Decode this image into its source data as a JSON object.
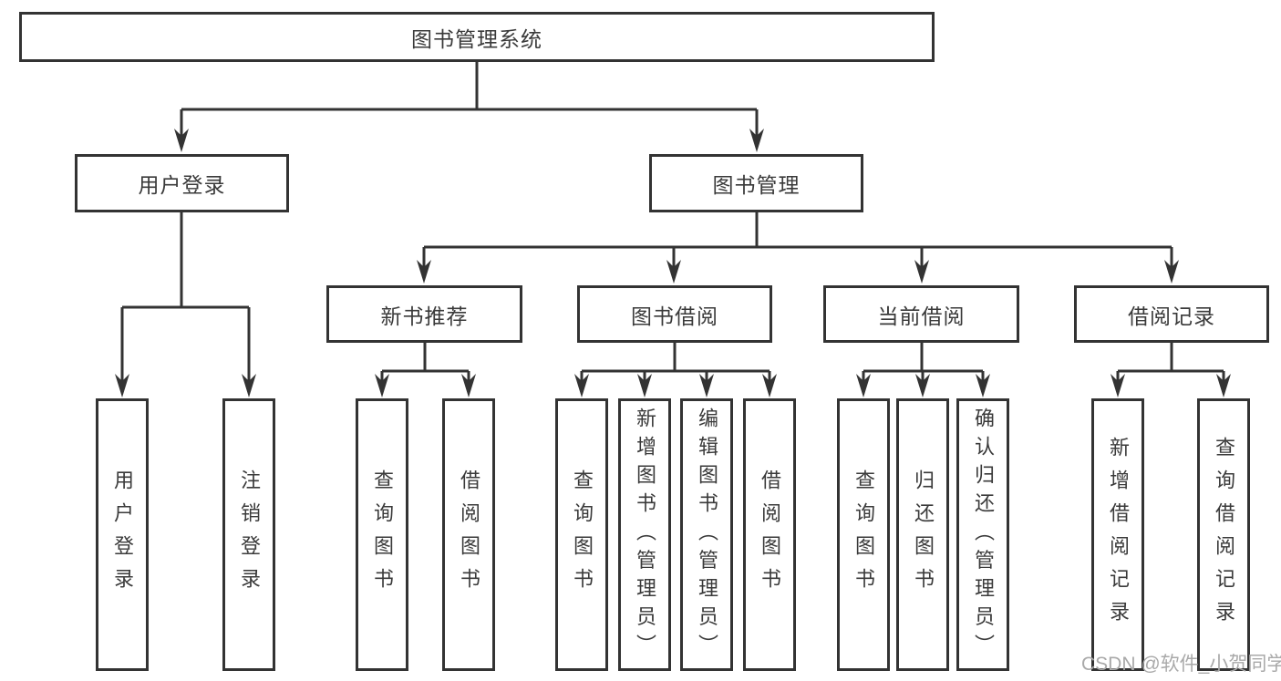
{
  "diagram": {
    "root": {
      "label": "图书管理系统"
    },
    "level2": {
      "user_login": {
        "label": "用户登录"
      },
      "book_management": {
        "label": "图书管理"
      }
    },
    "level3": {
      "new_book_recommend": {
        "label": "新书推荐"
      },
      "book_borrowing": {
        "label": "图书借阅"
      },
      "current_borrowing": {
        "label": "当前借阅"
      },
      "borrow_records": {
        "label": "借阅记录"
      }
    },
    "leaves": [
      {
        "label": "用户登录"
      },
      {
        "label": "注销登录"
      },
      {
        "label": "查询图书"
      },
      {
        "label": "借阅图书"
      },
      {
        "label": "查询图书"
      },
      {
        "label": "新增图书（管理员）"
      },
      {
        "label": "编辑图书（管理员）"
      },
      {
        "label": "借阅图书"
      },
      {
        "label": "查询图书"
      },
      {
        "label": "归还图书"
      },
      {
        "label": "确认归还（管理员）"
      },
      {
        "label": "新增借阅记录"
      },
      {
        "label": "查询借阅记录"
      }
    ]
  },
  "watermark": {
    "text": "CSDN @软件_小贺同学"
  },
  "colors": {
    "line": "#333333",
    "border": "#333333",
    "text": "#3a3a3a",
    "watermark": "#a9a9a9",
    "background": "#ffffff"
  }
}
